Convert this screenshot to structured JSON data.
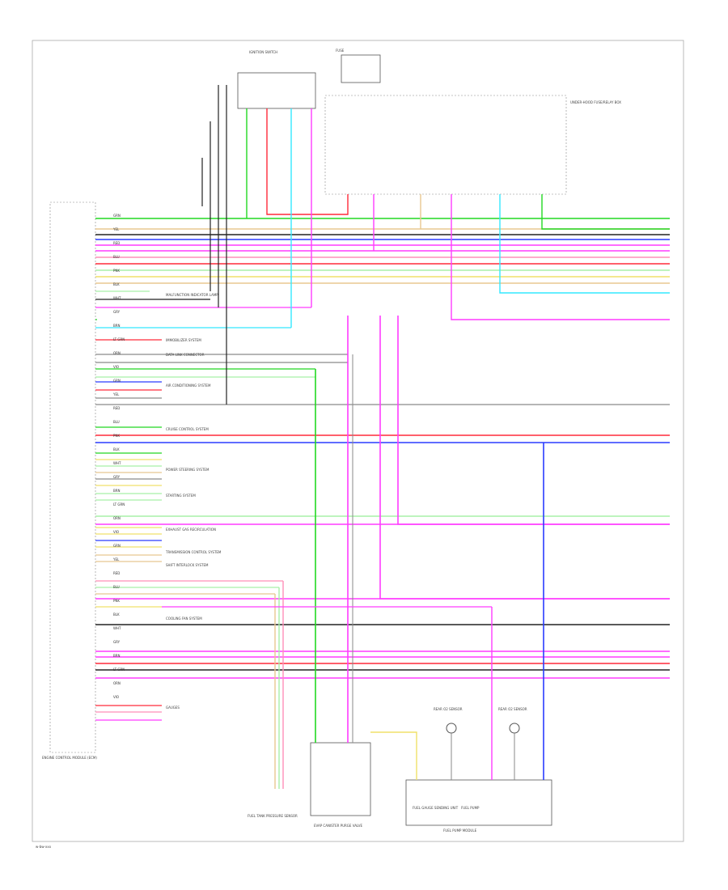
{
  "diagram": {
    "footer_code": "w-bw-xxx",
    "colors": {
      "green": "#22d822",
      "light_green": "#a8f0a8",
      "red": "#ff2a3a",
      "pink": "#ff8fb8",
      "magenta": "#ff3cff",
      "blue": "#2a3cff",
      "cyan": "#33e8ff",
      "tan": "#e8c890",
      "yellow": "#f0e06a",
      "gray": "#8a8a8a",
      "black": "#222222",
      "dark_red": "#d02020"
    },
    "components": {
      "ecu": "ENGINE CONTROL MODULE (ECM)",
      "ignition_switch": "IGNITION SWITCH",
      "fuse_top": "FUSE",
      "underhood_box": "UNDER-HOOD FUSE/RELAY BOX",
      "fuel_pump_module": "FUEL PUMP MODULE",
      "fuel_tank_pressure": "FUEL TANK PRESSURE SENSOR",
      "evap_canister": "EVAP CANISTER PURGE VALVE",
      "rear_o2_left": "REAR O2 SENSOR",
      "rear_o2_right": "REAR O2 SENSOR",
      "fuel_level": "FUEL GAUGE SENDING UNIT",
      "fuel_pump": "FUEL PUMP"
    },
    "labels": [
      "MALFUNCTION INDICATOR LAMP",
      "IMMOBILIZER SYSTEM",
      "AIR CONDITIONING SYSTEM",
      "CRUISE CONTROL SYSTEM",
      "POWER STEERING SYSTEM",
      "STARTING SYSTEM",
      "EXHAUST GAS RECIRCULATION",
      "TRANSMISSION CONTROL SYSTEM",
      "GAUGES",
      "DATA LINK CONNECTOR",
      "SHIFT INTERLOCK SYSTEM",
      "COOLING FAN SYSTEM"
    ],
    "wire_codes": [
      "GRN",
      "YEL",
      "RED",
      "BLU",
      "PNK",
      "BLK",
      "WHT",
      "GRY",
      "BRN",
      "LT GRN",
      "ORN",
      "VIO"
    ]
  }
}
